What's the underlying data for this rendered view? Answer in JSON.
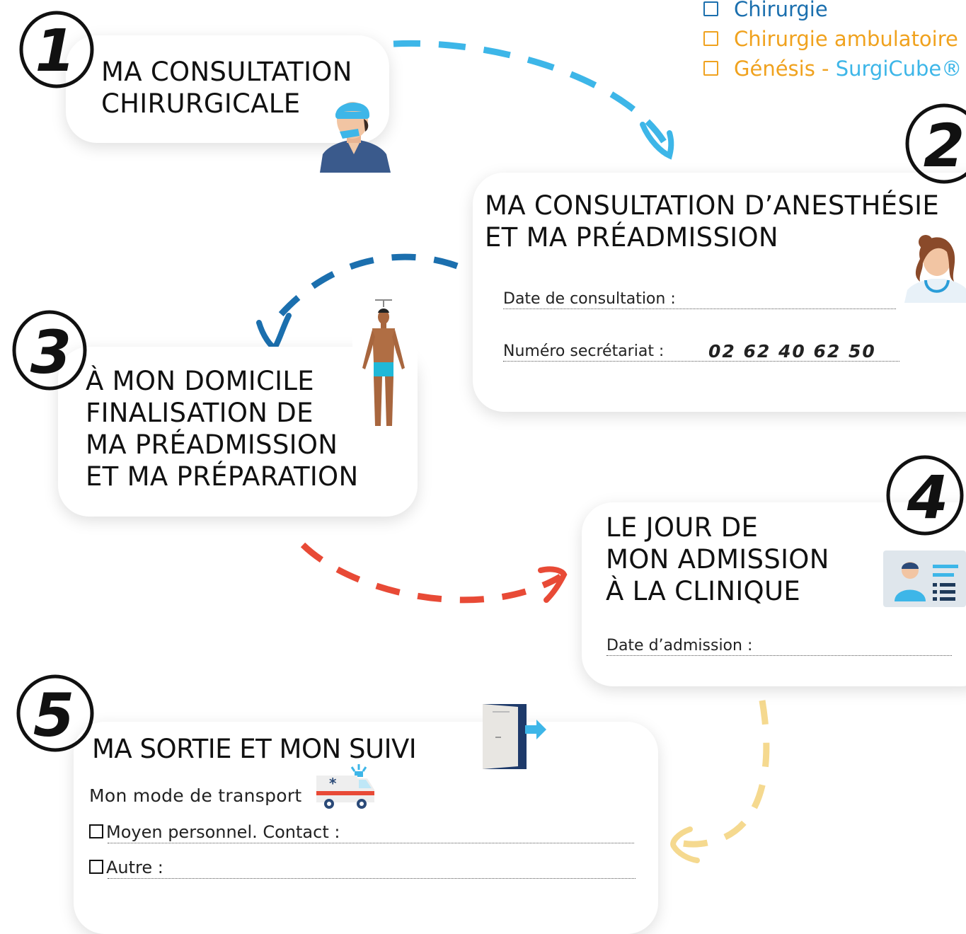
{
  "procedure_types": [
    {
      "label": "Chirurgie",
      "color": "#1b6fae"
    },
    {
      "label": "Chirurgie ambulatoire",
      "color": "#f0a21e"
    },
    {
      "label_part1": "Génésis - ",
      "label_part2": "SurgiCube®",
      "color1": "#f0a21e",
      "color2": "#3db6e8"
    }
  ],
  "steps": [
    {
      "number": "1",
      "title_line1": "MA CONSULTATION",
      "title_line2": "CHIRURGICALE",
      "illustration": "surgeon-icon"
    },
    {
      "number": "2",
      "title_line1": "MA CONSULTATION D’ANESTHÉSIE",
      "title_line2": "ET MA PRÉADMISSION",
      "illustration": "nurse-icon",
      "date_label": "Date de consultation :",
      "phone_label": "Numéro secrétariat :",
      "phone_value": "02 62 40 62 50"
    },
    {
      "number": "3",
      "title_line1": "À MON DOMICILE",
      "title_line2": "FINALISATION DE",
      "title_line3": "MA PRÉADMISSION",
      "title_line4": "ET MA PRÉPARATION",
      "illustration": "patient-body-icon"
    },
    {
      "number": "4",
      "title_line1": "LE JOUR DE",
      "title_line2": "MON ADMISSION",
      "title_line3": "À LA CLINIQUE",
      "illustration": "patient-file-icon",
      "date_label": "Date d’admission :"
    },
    {
      "number": "5",
      "title": "MA SORTIE ET MON SUIVI",
      "illustration": "exit-door-icon",
      "transport_label": "Mon mode de transport",
      "transport_icon": "ambulance-icon",
      "option1": "Moyen personnel. Contact :",
      "option2": "Autre :"
    }
  ],
  "arrow_colors": {
    "a12": "#3db6e8",
    "a23": "#1b6fae",
    "a34": "#e84a36",
    "a45": "#f5d98f"
  }
}
